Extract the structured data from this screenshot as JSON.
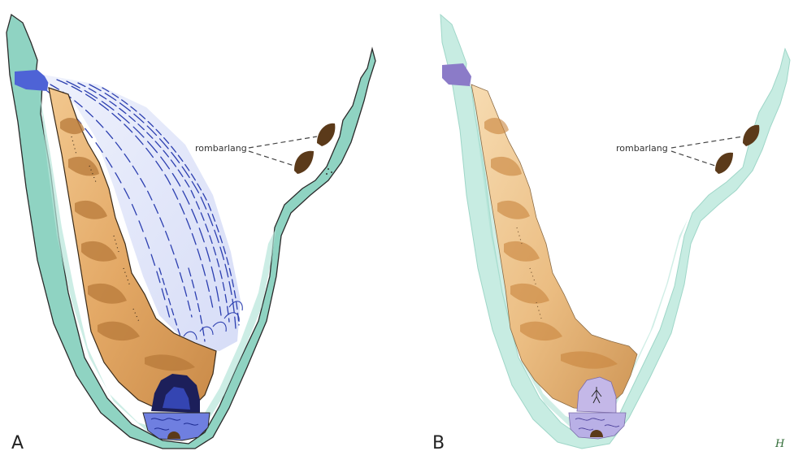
{
  "panels": [
    {
      "letter": "A",
      "callout": "rombarlang"
    },
    {
      "letter": "B",
      "callout": "rombarlang"
    }
  ],
  "initials": "H",
  "colors": {
    "wall": "#8fd3c2",
    "wall_light": "#c7ece2",
    "pillar": "#e2ad6c",
    "pillar_dark": "#b87a3a",
    "pillar_light": "#f4cf9c",
    "water": "#5a6ad8",
    "water_light": "#d6dcf6",
    "pool": "#6f7fe0",
    "cave_dark": "#1c1f5a",
    "pool_b": "#b9b0e6",
    "niche": "#5b3a1a"
  }
}
